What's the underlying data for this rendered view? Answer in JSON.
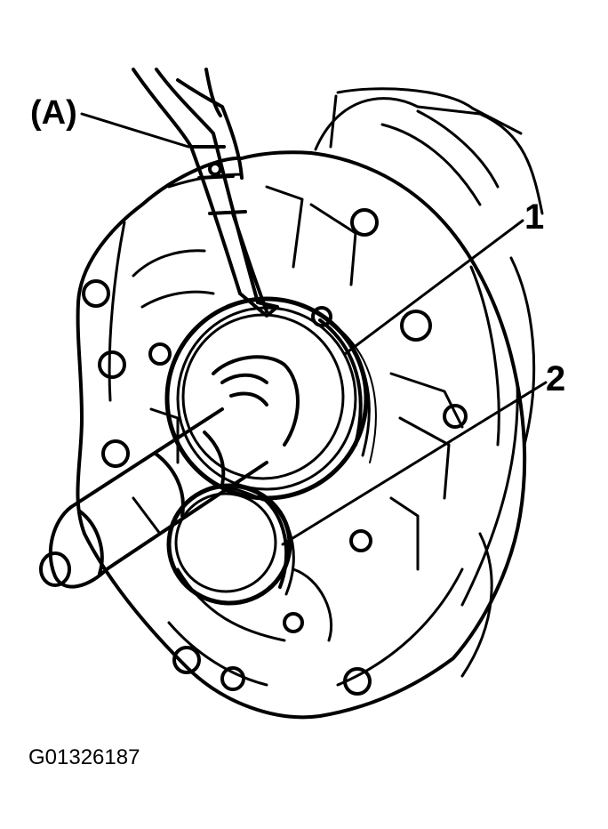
{
  "callouts": {
    "tool": "(A)",
    "part_1": "1",
    "part_2": "2"
  },
  "figure_id": "G01326187",
  "colors": {
    "ink": "#000000",
    "paper": "#ffffff"
  }
}
